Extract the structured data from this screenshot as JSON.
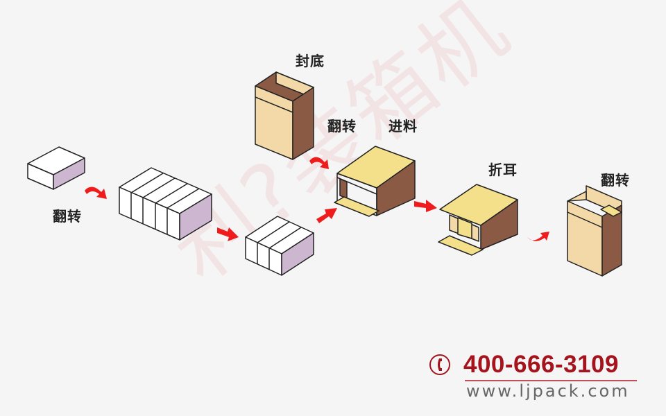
{
  "diagram": {
    "type": "process-flow",
    "watermark": "利?装箱机",
    "steps": [
      {
        "id": "flip-1",
        "label": "翻转"
      },
      {
        "id": "seal-bottom",
        "label": "封底"
      },
      {
        "id": "flip-2",
        "label": "翻转"
      },
      {
        "id": "feed",
        "label": "进料"
      },
      {
        "id": "fold-ears",
        "label": "折耳"
      },
      {
        "id": "flip-3",
        "label": "翻转"
      }
    ],
    "colors": {
      "arrow": "#ee1c1c",
      "cardboard_front": "#f3d9a8",
      "cardboard_side": "#8a5a44",
      "flap_yellow": "#f4e08a",
      "product_side": "#cdb6cf"
    }
  },
  "contact": {
    "phone": "400-666-3109",
    "website": "www.ljpack.com",
    "phone_color": "#a5141c"
  }
}
